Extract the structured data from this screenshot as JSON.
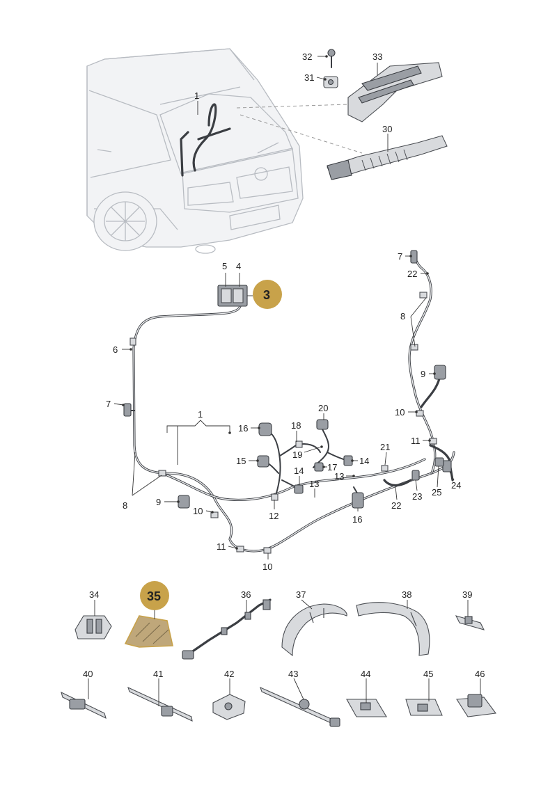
{
  "callouts": {
    "c1a": "1",
    "c32": "32",
    "c31": "31",
    "c33": "33",
    "c30": "30",
    "c5": "5",
    "c4": "4",
    "c3": "3",
    "c7a": "7",
    "c22a": "22",
    "c6": "6",
    "c8a": "8",
    "c9a": "9",
    "c7b": "7",
    "c10a": "10",
    "c1b": "1",
    "c20": "20",
    "c16a": "16",
    "c18": "18",
    "c11a": "11",
    "c21": "21",
    "c19": "19",
    "c15": "15",
    "c17": "17",
    "c14a": "14",
    "c14b": "14",
    "c13a": "13",
    "c13b": "13",
    "c8b": "8",
    "c24": "24",
    "c23": "23",
    "c25": "25",
    "c9b": "9",
    "c10b": "10",
    "c12": "12",
    "c16b": "16",
    "c22b": "22",
    "c11b": "11",
    "c10c": "10",
    "c34": "34",
    "c35": "35",
    "c36": "36",
    "c37": "37",
    "c38": "38",
    "c39": "39",
    "c40": "40",
    "c41": "41",
    "c42": "42",
    "c43": "43",
    "c44": "44",
    "c45": "45",
    "c46": "46"
  },
  "colors": {
    "highlight": "#c8a24a",
    "line": "#333333"
  }
}
